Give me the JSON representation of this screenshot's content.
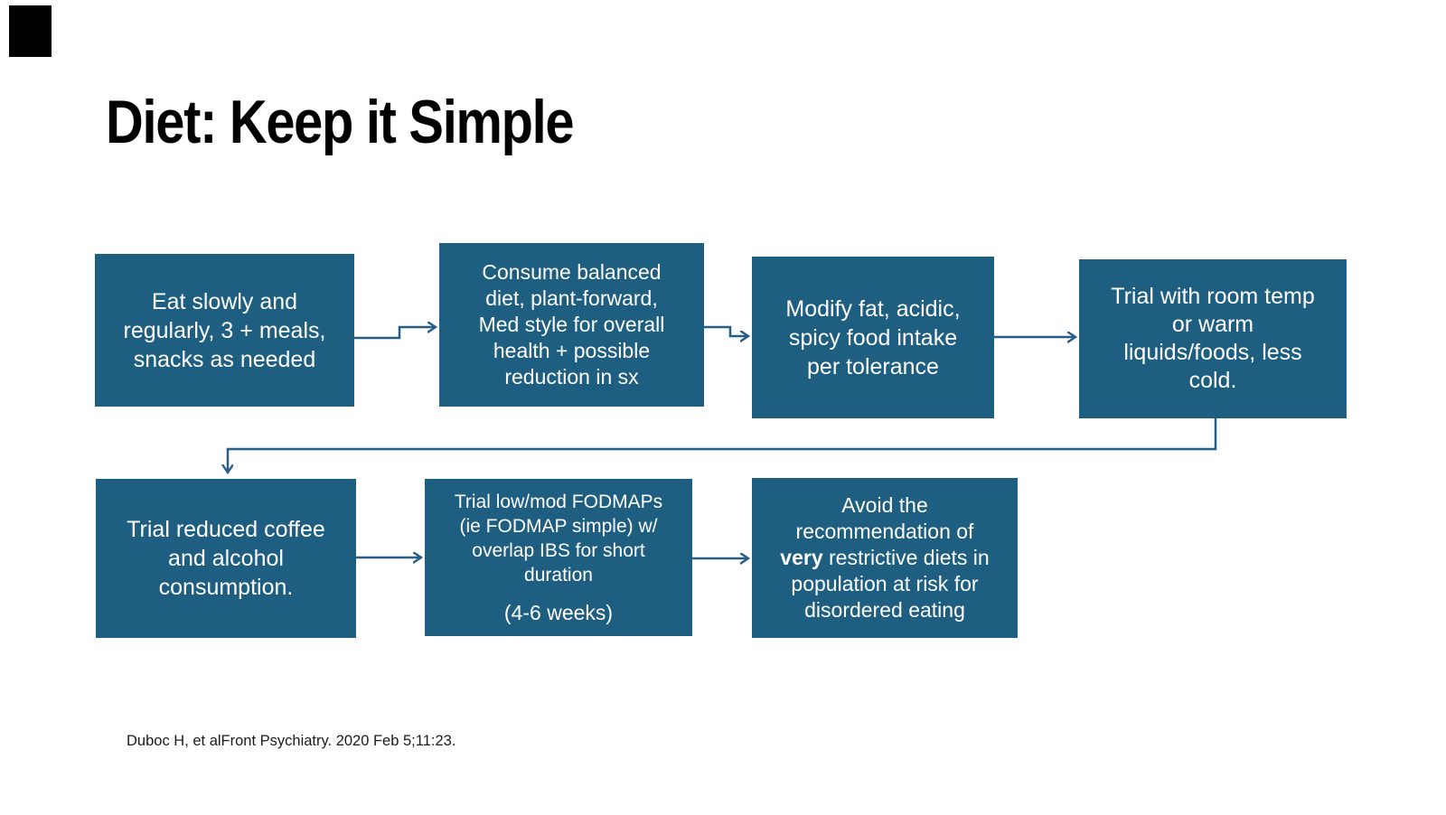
{
  "slide": {
    "title": "Diet: Keep it Simple",
    "citation": "Duboc H, et alFront Psychiatry. 2020 Feb 5;11:23."
  },
  "colors": {
    "background": "#FFFFFF",
    "box_fill": "#1E5E80",
    "box_text": "#FFFFFF",
    "connector": "#275D86",
    "title_text": "#000000",
    "logo_block": "#000000"
  },
  "flowchart": {
    "steps": [
      {
        "text": "Eat slowly and\nregularly, 3 + meals,\nsnacks as needed"
      },
      {
        "text": "Consume balanced\ndiet, plant-forward,\nMed style for overall\nhealth + possible\nreduction in sx"
      },
      {
        "text": "Modify fat, acidic,\nspicy food intake\nper tolerance"
      },
      {
        "text": "Trial with room temp\nor warm\nliquids/foods, less\ncold."
      },
      {
        "text": "Trial reduced coffee\nand alcohol\nconsumption."
      },
      {
        "text": "Trial  low/mod FODMAPs\n(ie FODMAP simple) w/\noverlap IBS for short\nduration",
        "text2": "(4-6 weeks)"
      },
      {
        "text_before": "Avoid the\nrecommendation of\n",
        "text_bold": "very",
        "text_after": " restrictive diets in\npopulation at risk for\ndisordered eating"
      }
    ]
  }
}
